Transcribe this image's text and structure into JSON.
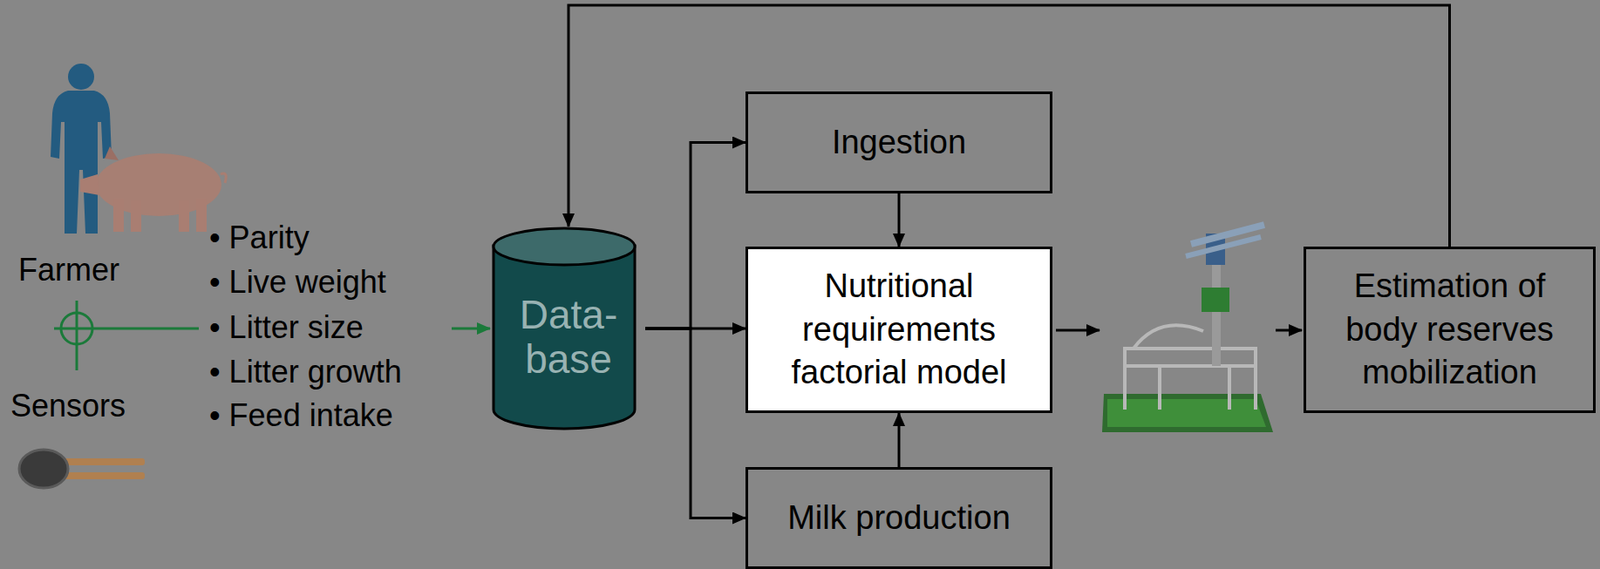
{
  "diagram": {
    "nodes": [
      {
        "text": [
          "Data- base"
        ]
      },
      {
        "text": [
          "Ingestion"
        ]
      },
      {
        "text": [
          "Nutritional requirements factorial model"
        ]
      },
      {
        "text": [
          "Milk production"
        ]
      },
      {
        "text": [
          "Estimation of body reserves mobilization"
        ]
      }
    ],
    "edges": [
      {
        "from": 0,
        "to": 1,
        "arrow": "to"
      },
      {
        "from": 0,
        "to": 2,
        "arrow": "to"
      },
      {
        "from": 0,
        "to": 3,
        "arrow": "to"
      },
      {
        "from": 1,
        "to": 2,
        "arrow": "to"
      },
      {
        "from": 3,
        "to": 2,
        "arrow": "to"
      },
      {
        "from": 4,
        "to": 0,
        "arrow": "to"
      }
    ],
    "labels": [
      "Farmer",
      "• Parity",
      "• Live weight",
      "• Litter size",
      "• Litter growth",
      "• Feed intake",
      "Sensors"
    ]
  }
}
